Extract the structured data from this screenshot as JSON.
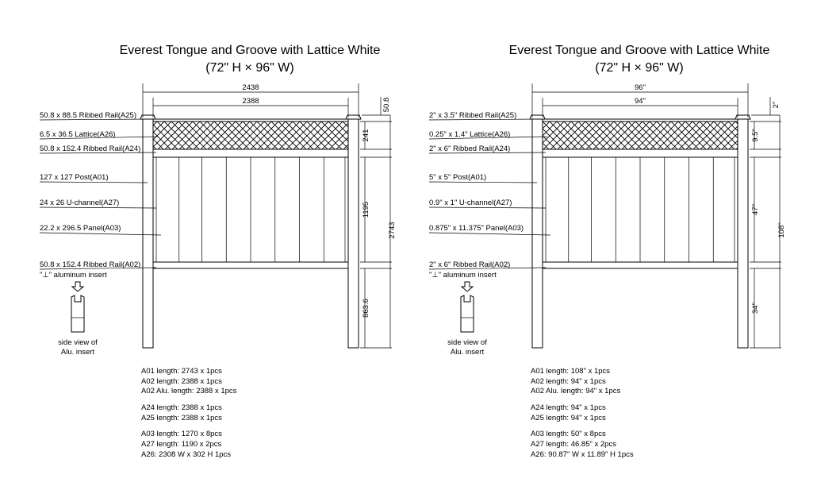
{
  "diagrams": [
    {
      "title_line1": "Everest Tongue and Groove with Lattice White",
      "title_line2": "(72\" H × 96\" W)",
      "top_dims": {
        "overall_width": "2438",
        "inner_width": "2388",
        "post_cap": "50.8"
      },
      "right_dims": {
        "lattice": "241",
        "panel": "1195",
        "below_rail": "863.6",
        "overall_height": "2743"
      },
      "labels": {
        "a25": "50.8 x 88.5 Ribbed Rail(A25)",
        "a26": "6.5 x 36.5 Lattice(A26)",
        "a24": "50.8 x 152.4 Ribbed  Rail(A24)",
        "a01": "127 x 127 Post(A01)",
        "a27": "24 x 26 U-channel(A27)",
        "a03": "22.2 x 296.5 Panel(A03)",
        "a02": "50.8 x 152.4 Ribbed  Rail(A02)",
        "insert": "\"⊥\" aluminum insert"
      },
      "side_view_line1": "side view of",
      "side_view_line2": "Alu. insert",
      "lengths": [
        "A01 length:  2743 x 1pcs",
        "A02 length:  2388 x 1pcs",
        "A02 Alu. length:  2388 x 1pcs",
        "A24 length:  2388 x 1pcs",
        "A25 length:  2388 x 1pcs",
        "A03 length:  1270 x 8pcs",
        "A27 length:  1190 x 2pcs",
        "A26:  2308 W x 302 H   1pcs"
      ]
    },
    {
      "title_line1": "Everest Tongue and Groove with Lattice White",
      "title_line2": "(72\" H × 96\" W)",
      "top_dims": {
        "overall_width": "96\"",
        "inner_width": "94\"",
        "post_cap": "2\""
      },
      "right_dims": {
        "lattice": "9.5\"",
        "panel": "47\"",
        "below_rail": "34\"",
        "overall_height": "108\""
      },
      "labels": {
        "a25": "2\" x 3.5\" Ribbed  Rail(A25)",
        "a26": "0.25\" x 1.4\" Lattice(A26)",
        "a24": "2\" x 6\" Ribbed  Rail(A24)",
        "a01": "5\" x 5\" Post(A01)",
        "a27": "0.9\" x 1\" U-channel(A27)",
        "a03": "0.875\" x 11.375\" Panel(A03)",
        "a02": "2\" x 6\" Ribbed  Rail(A02)",
        "insert": "\"⊥\" aluminum insert"
      },
      "side_view_line1": "side view of",
      "side_view_line2": "Alu. insert",
      "lengths": [
        "A01 length:  108\" x 1pcs",
        "A02 length:  94\" x 1pcs",
        "A02 Alu. length:  94\" x 1pcs",
        "A24 length:  94\" x 1pcs",
        "A25 length:  94\" x 1pcs",
        "A03 length:  50\" x 8pcs",
        "A27 length:  46.85\" x 2pcs",
        "A26:  90.87\" W x 11.89\" H   1pcs"
      ]
    }
  ]
}
